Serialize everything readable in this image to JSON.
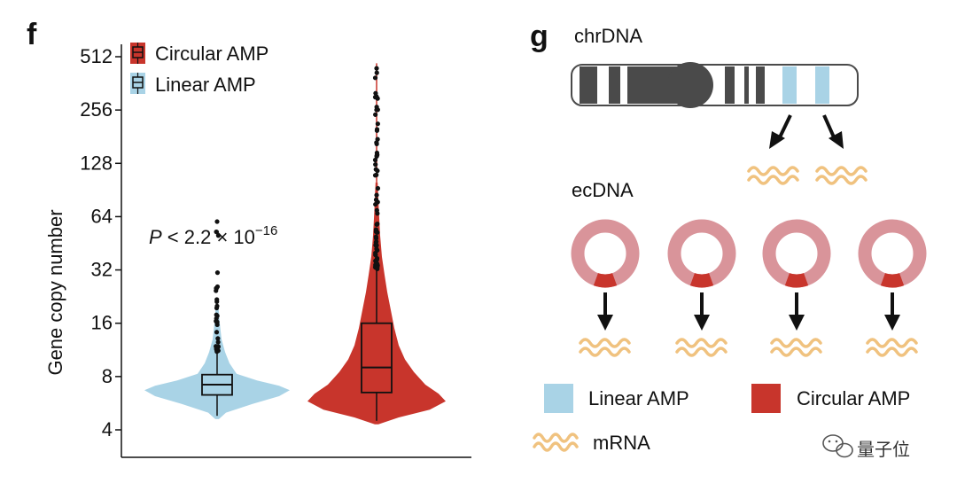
{
  "panel_f": {
    "letter": "f",
    "chart_data": {
      "type": "violin",
      "ylabel": "Gene copy number",
      "yscale": "log2",
      "yticks": [
        4,
        8,
        16,
        32,
        64,
        128,
        256,
        512
      ],
      "ylim": [
        3.2,
        600
      ],
      "categories": [
        "Linear AMP",
        "Circular AMP"
      ],
      "series": [
        {
          "name": "Linear AMP",
          "color": "#a9d3e6",
          "median": 7.2,
          "q1": 6.3,
          "q3": 8.2,
          "whisker_low": 4.8,
          "whisker_high": 11,
          "max": 60
        },
        {
          "name": "Circular AMP",
          "color": "#c8352c",
          "median": 9,
          "q1": 6.5,
          "q3": 16,
          "whisker_low": 4.5,
          "whisker_high": 32,
          "max": 440
        }
      ],
      "legend": {
        "placement": "top-left",
        "items": [
          "Circular AMP",
          "Linear AMP"
        ]
      },
      "annotation": {
        "prefix": "P",
        "text": " < 2.2 × 10",
        "exponent": "−16"
      }
    }
  },
  "panel_g": {
    "letter": "g",
    "chrdna_label": "chrDNA",
    "ecdna_label": "ecDNA",
    "legend": {
      "linear_label": "Linear AMP",
      "circular_label": "Circular AMP",
      "mrna_label": "mRNA"
    },
    "colors": {
      "linear": "#a9d3e6",
      "circular": "#c8352c",
      "ring": "#d9949a",
      "mrna": "#f0c27f",
      "chromosome": "#4a4a4a"
    }
  },
  "watermark": {
    "text": "量子位",
    "icon": "wechat-icon"
  }
}
